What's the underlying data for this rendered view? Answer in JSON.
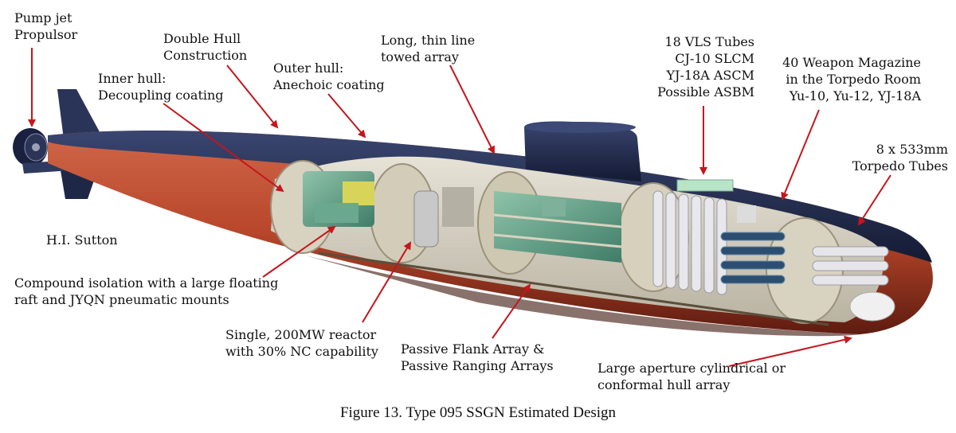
{
  "labels": {
    "pump_jet": "Pump jet\nPropulsor",
    "double_hull": "Double Hull\nConstruction",
    "inner_hull": "Inner hull:\nDecoupling coating",
    "outer_hull": "Outer hull:\nAnechoic coating",
    "towed_array": "Long, thin line\ntowed array",
    "vls": "18 VLS Tubes\nCJ-10 SLCM\nYJ-18A ASCM\nPossible ASBM",
    "magazine": "40 Weapon Magazine\nin the Torpedo Room\nYu-10, Yu-12, YJ-18A",
    "torpedo_tubes": "8 x 533mm\nTorpedo Tubes",
    "credit": "H.I. Sutton",
    "isolation": "Compound isolation with a large floating\nraft and JYQN pneumatic mounts",
    "reactor": "Single, 200MW reactor\nwith 30% NC capability",
    "flank_array": "Passive Flank Array &\nPassive Ranging Arrays",
    "conformal_array": "Large aperture cylindrical or\nconformal hull array"
  },
  "caption": "Figure 13. Type 095 SSGN Estimated Design",
  "colors": {
    "hull_red": "#b8462a",
    "hull_navy": "#202a4a",
    "interior_green": "#5f9c86",
    "arrow_red": "#c4161c"
  }
}
